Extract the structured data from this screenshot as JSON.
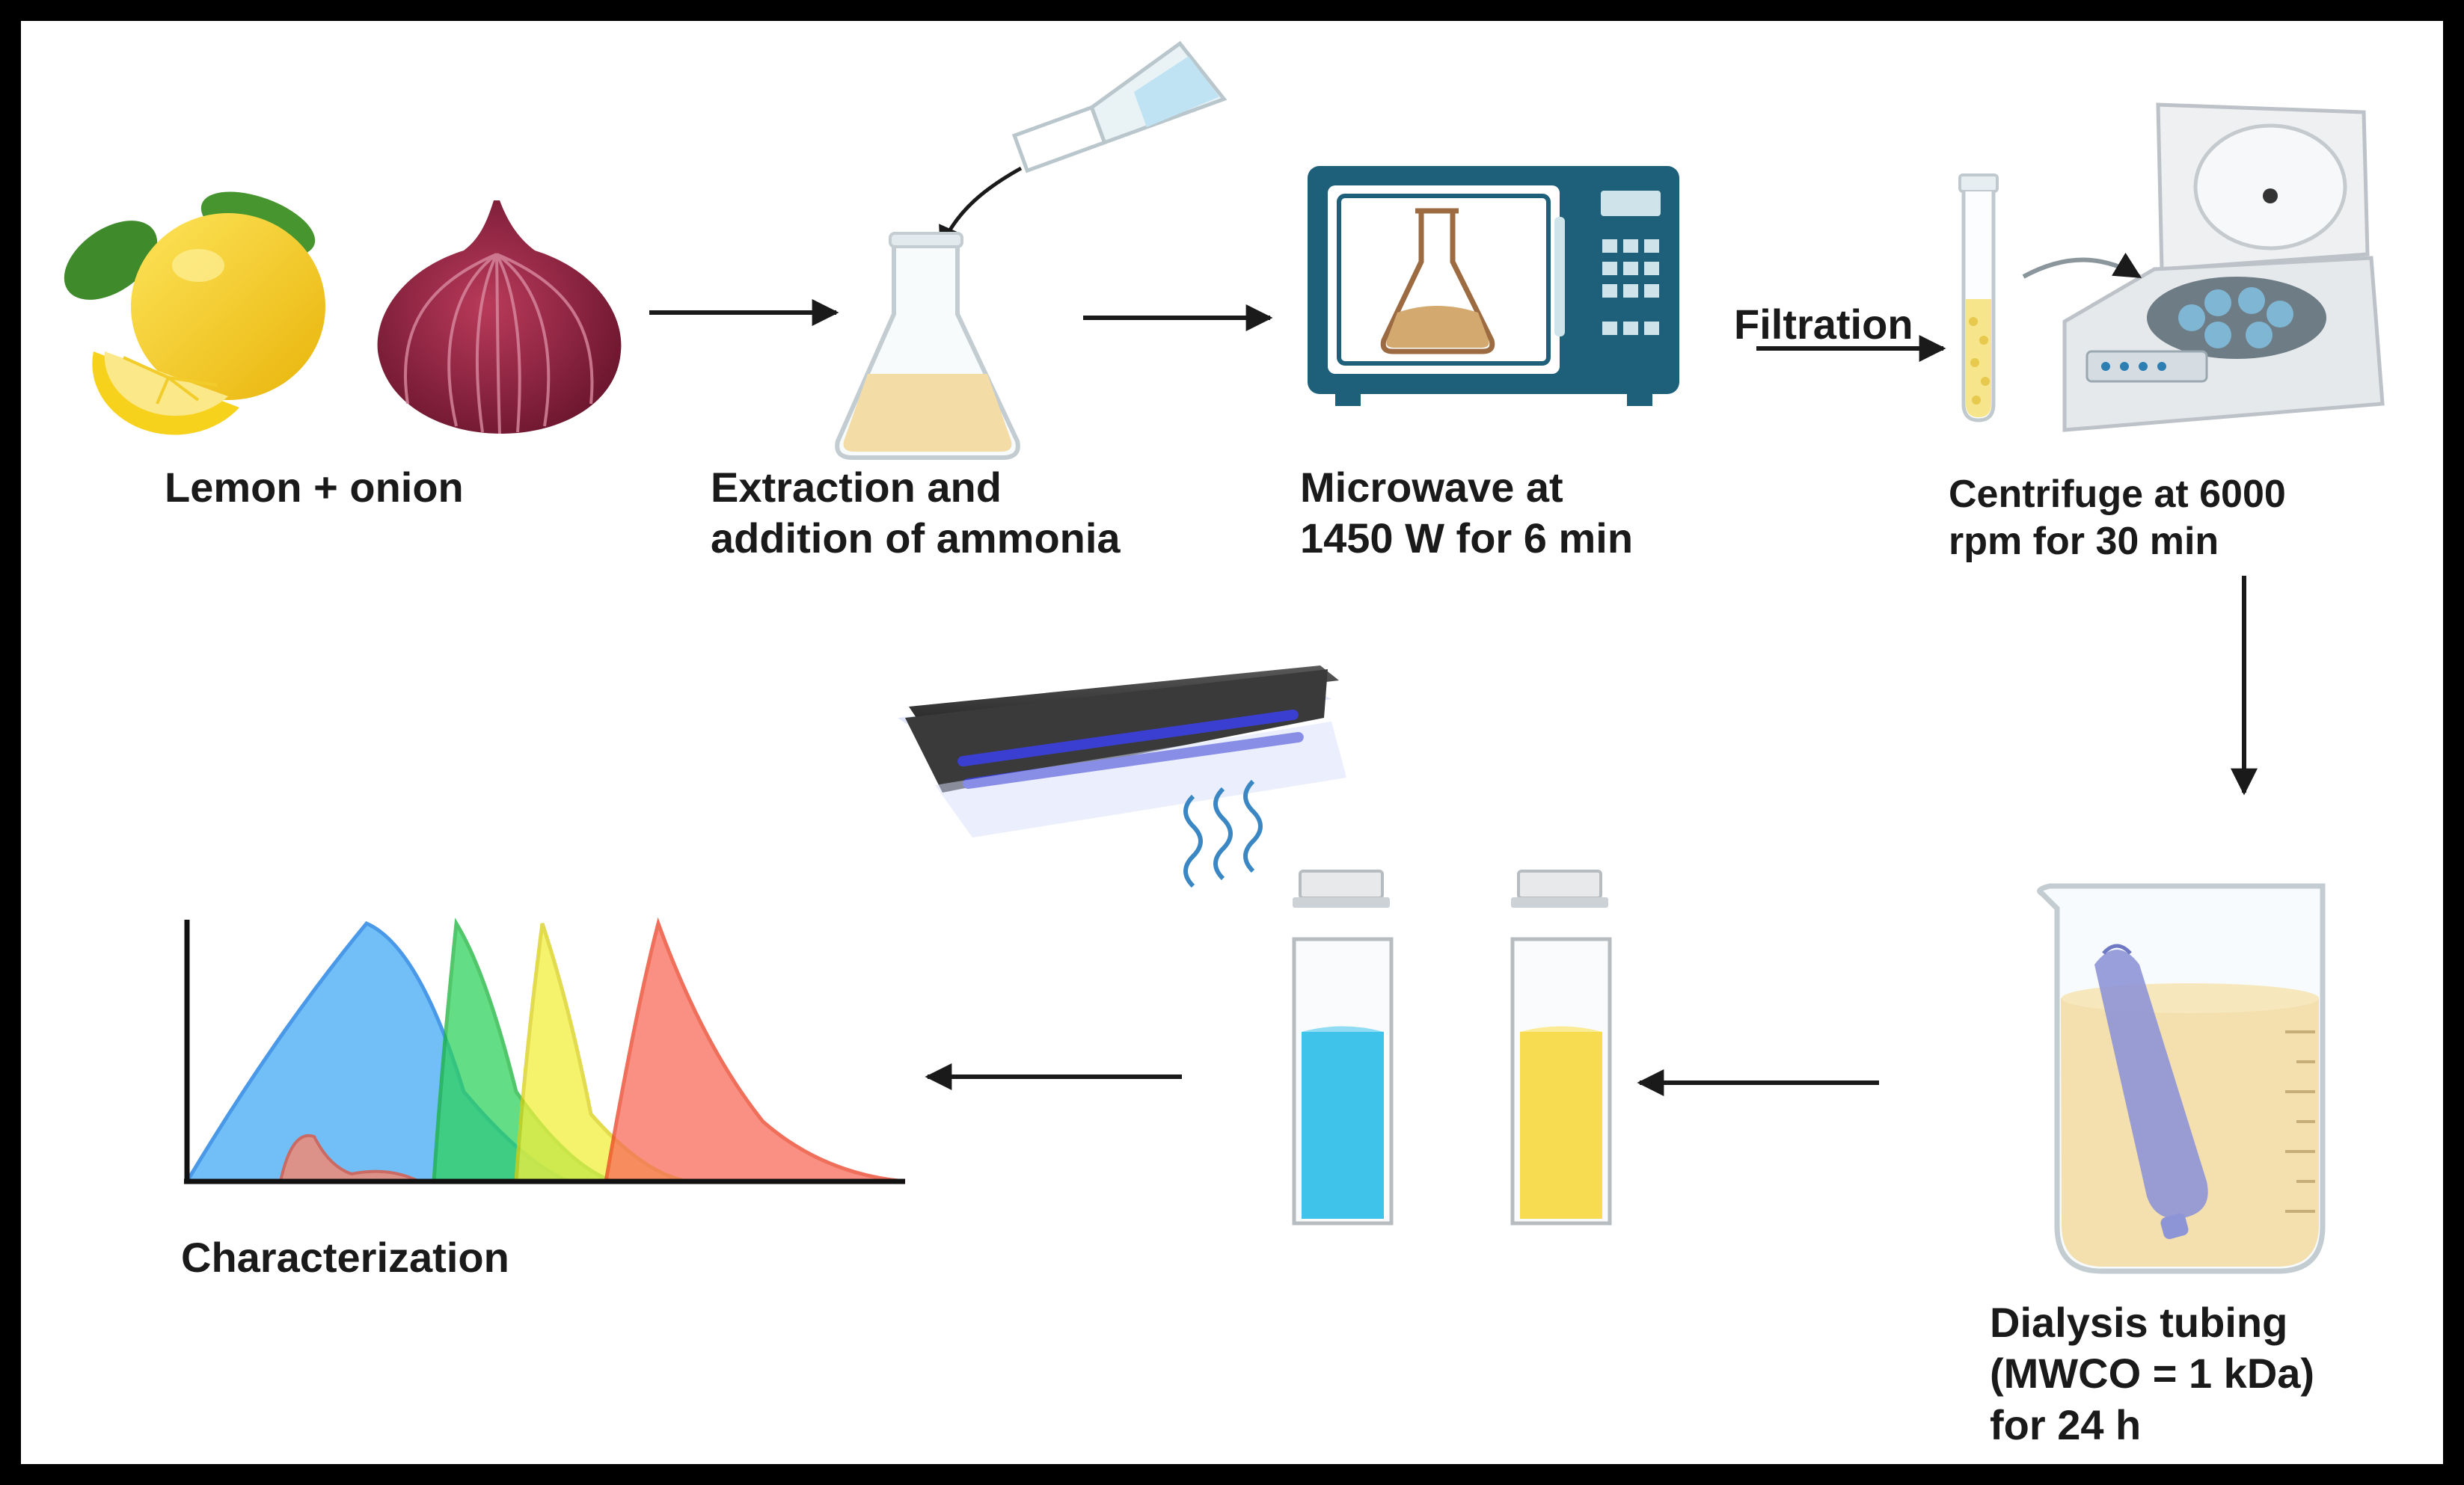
{
  "steps": {
    "lemon_onion": "Lemon + onion",
    "extraction": [
      "Extraction and",
      "addition of ammonia"
    ],
    "microwave": [
      "Microwave at",
      "1450 W for 6 min"
    ],
    "filtration": "Filtration",
    "centrifuge": [
      "Centrifuge at 6000",
      "rpm for 30 min"
    ],
    "dialysis": [
      "Dialysis tubing",
      "(MWCO = 1 kDa)",
      "for 24 h"
    ],
    "characterization": "Characterization"
  },
  "colors": {
    "border": "#000000",
    "arrow": "#1a1a1a",
    "lemon": "#f7d21c",
    "onion": "#9b2a45",
    "microwave_body": "#1e5f7a",
    "extract_liquid": "#f3dca6",
    "uv_blue": "#3b3fd1",
    "cuvette_blue": "#3fc3ea",
    "cuvette_yellow": "#f7dc52",
    "spectrum_blue": "#59b5f5",
    "spectrum_green": "#2fd25e",
    "spectrum_yellow": "#f2ef3c",
    "spectrum_red": "#f86c5a"
  },
  "icons": [
    "lemon-icon",
    "onion-icon",
    "erlenmeyer-flask-icon",
    "pouring-flask-icon",
    "microwave-icon",
    "test-tube-icon",
    "centrifuge-icon",
    "uv-lamp-icon",
    "cuvette-icon",
    "beaker-icon",
    "dialysis-tubing-icon",
    "spectrum-plot-icon"
  ]
}
